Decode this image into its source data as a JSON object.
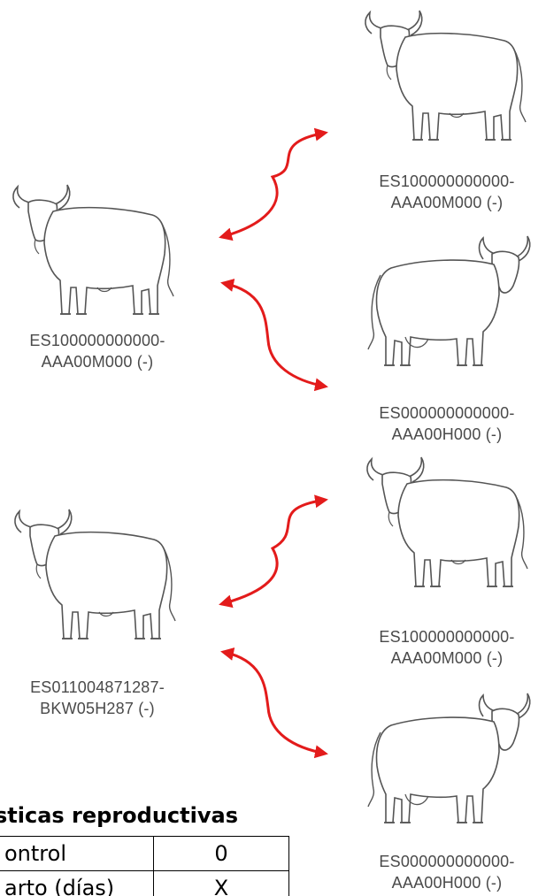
{
  "animals": {
    "proband_1": {
      "id_line1": "ES100000000000-",
      "id_line2": "AAA00M000 (-)",
      "icon": "bull-icon"
    },
    "sire_1": {
      "id_line1": "ES100000000000-",
      "id_line2": "AAA00M000 (-)",
      "icon": "bull-icon"
    },
    "dam_1": {
      "id_line1": "ES000000000000-",
      "id_line2": "AAA00H000 (-)",
      "icon": "cow-icon"
    },
    "proband_2": {
      "id_line1": "ES011004871287-",
      "id_line2": "BKW05H287 (-)",
      "icon": "cow-icon"
    },
    "sire_2": {
      "id_line1": "ES100000000000-",
      "id_line2": "AAA00M000 (-)",
      "icon": "bull-icon"
    },
    "dam_2": {
      "id_line1": "ES000000000000-",
      "id_line2": "AAA00H000 (-)",
      "icon": "cow-icon"
    }
  },
  "arrow_color": "#e31b1b",
  "section": {
    "heading": "sticas reproductivas",
    "rows": [
      {
        "label": "ontrol",
        "value": "0"
      },
      {
        "label": "arto (días)",
        "value": "X"
      }
    ]
  }
}
